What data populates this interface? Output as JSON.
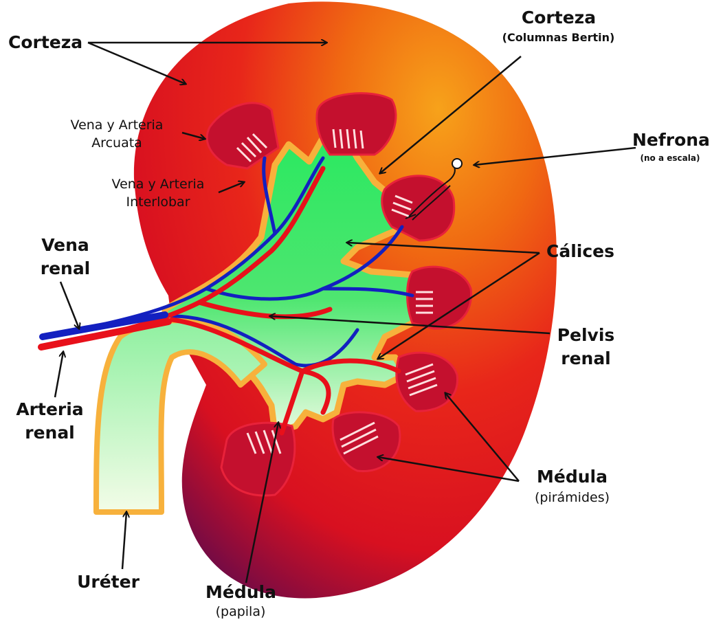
{
  "labels": {
    "corteza_left": "Corteza",
    "corteza_right": "Corteza",
    "columnas_bertin": "(Columnas Bertin)",
    "vena_arteria_arcuata_1": "Vena y Arteria",
    "vena_arteria_arcuata_2": "Arcuata",
    "vena_arteria_interlobar_1": "Vena y Arteria",
    "vena_arteria_interlobar_2": "Interlobar",
    "nefrona": "Nefrona",
    "nefrona_note": "(no a escala)",
    "vena_renal_1": "Vena",
    "vena_renal_2": "renal",
    "calices": "Cálices",
    "pelvis_renal_1": "Pelvis",
    "pelvis_renal_2": "renal",
    "arteria_renal_1": "Arteria",
    "arteria_renal_2": "renal",
    "medula_piramides": "Médula",
    "piramides_note": "(pirámides)",
    "ureter": "Uréter",
    "medula_papila": "Médula",
    "papila_note": "(papila)"
  },
  "colors": {
    "cortex_orange": "#f07a10",
    "cortex_red": "#e81c10",
    "cortex_dark": "#7a0a40",
    "pyramid": "#c4102e",
    "pelvis_green": "#22e05a",
    "calyx_border": "#f7b13c",
    "vein": "#1320c0",
    "artery": "#e8101a"
  }
}
